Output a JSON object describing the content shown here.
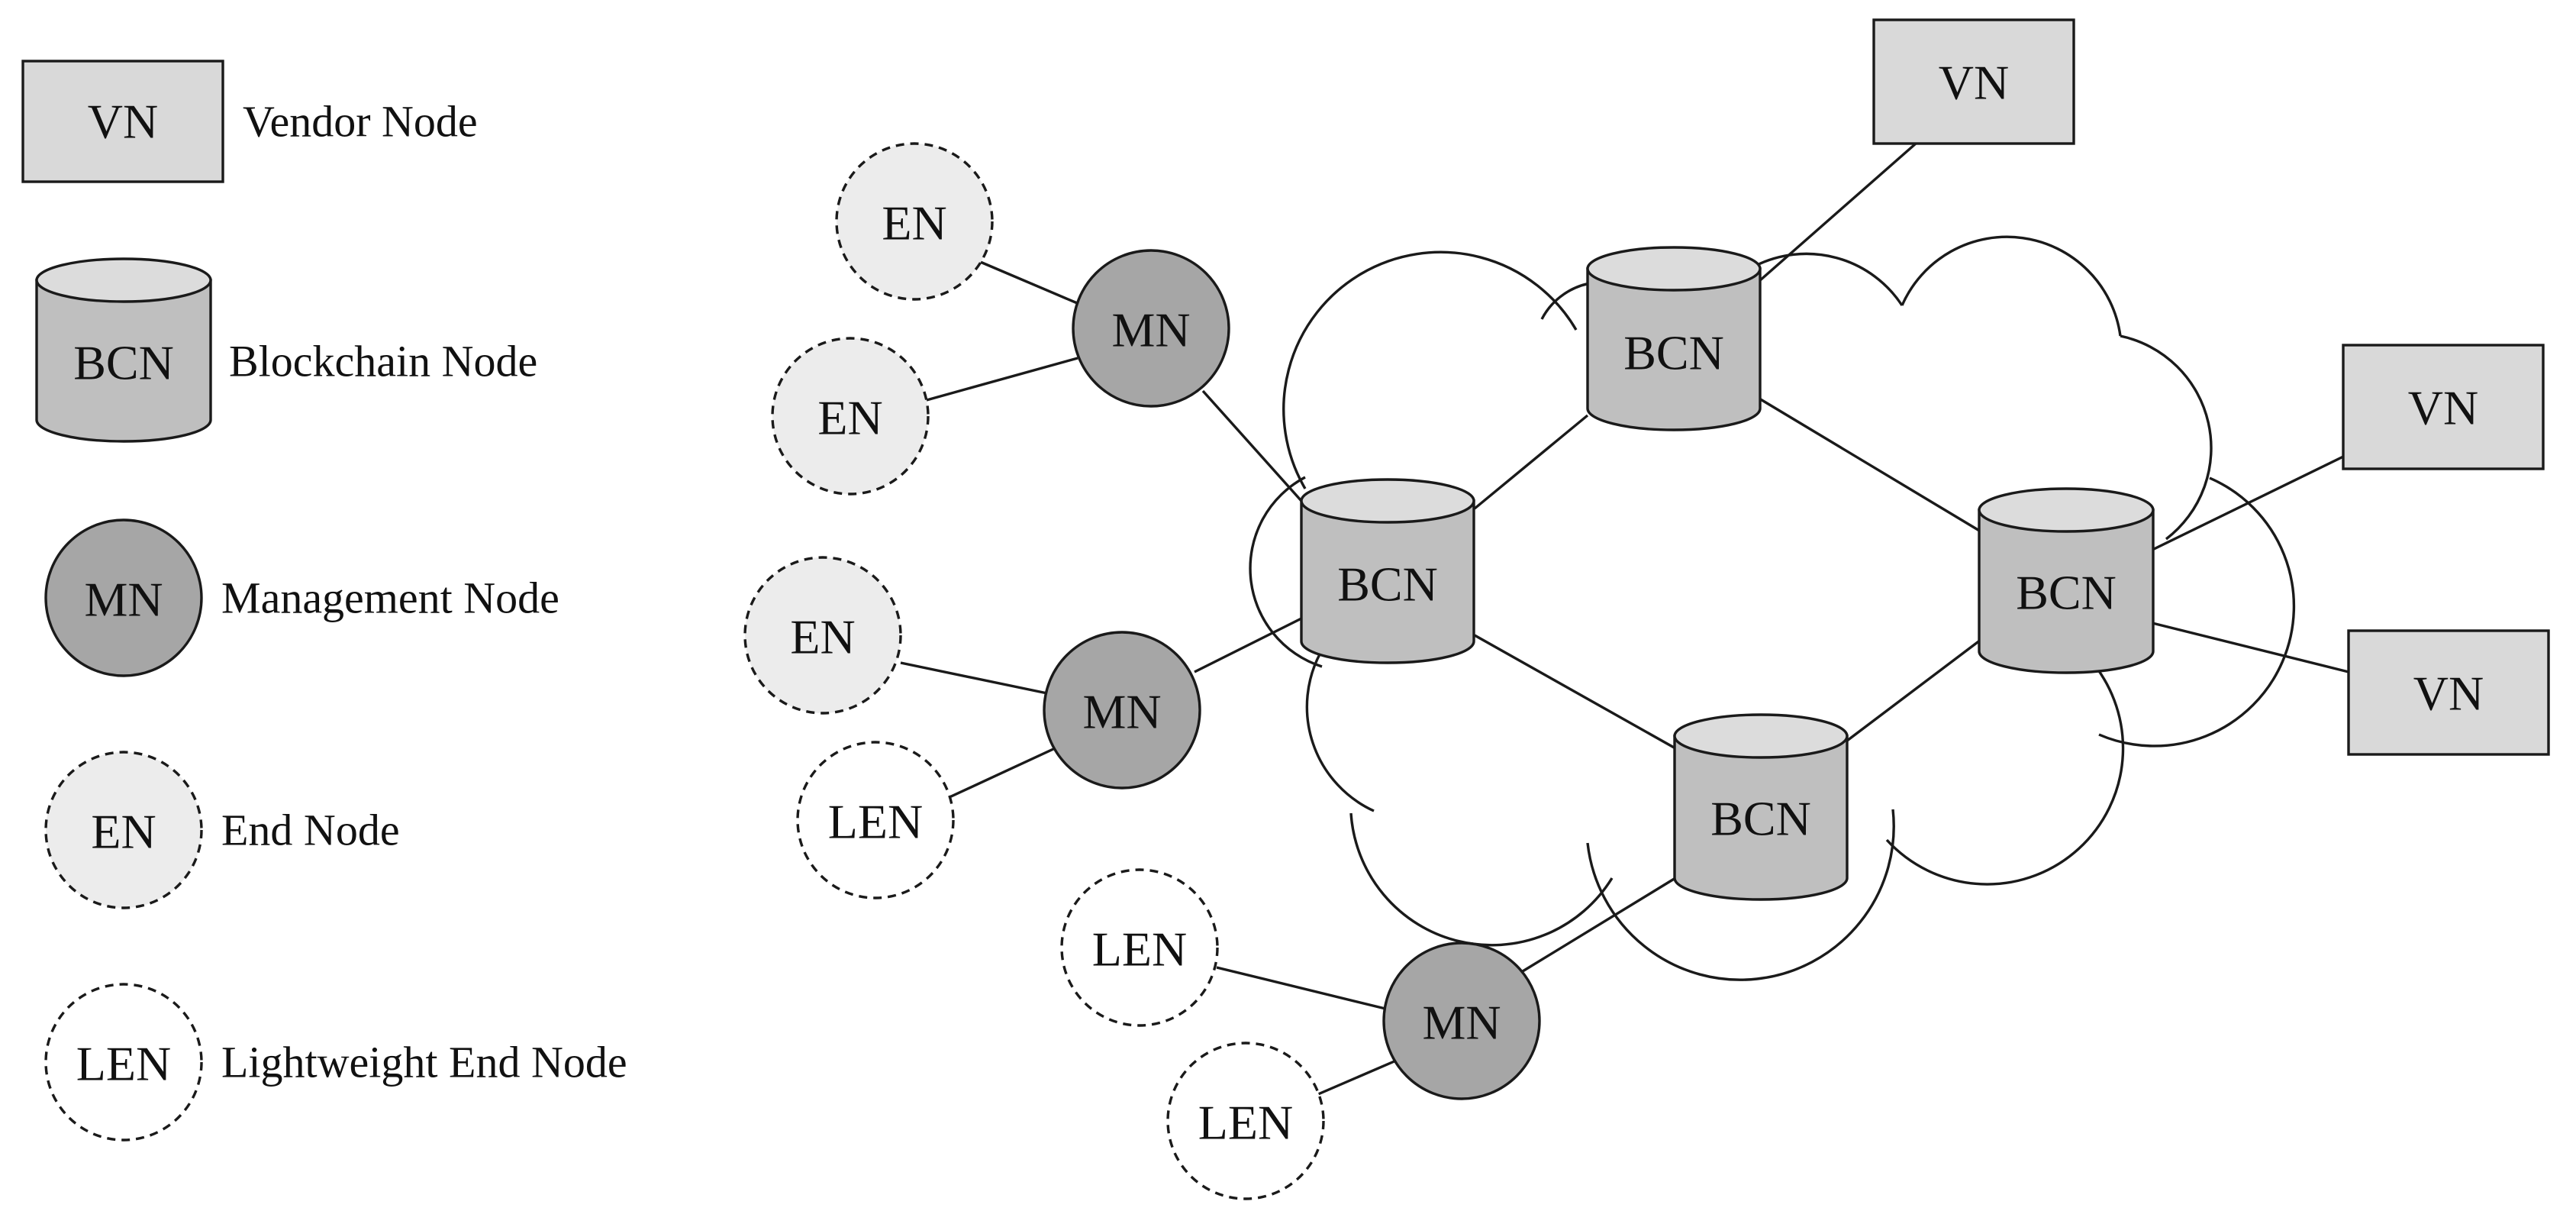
{
  "legend": {
    "items": [
      {
        "type": "vendor",
        "abbr": "VN",
        "label": "Vendor Node"
      },
      {
        "type": "blockchain",
        "abbr": "BCN",
        "label": "Blockchain Node"
      },
      {
        "type": "management",
        "abbr": "MN",
        "label": "Management Node"
      },
      {
        "type": "end",
        "abbr": "EN",
        "label": "End Node"
      },
      {
        "type": "lightweight",
        "abbr": "LEN",
        "label": "Lightweight End Node"
      }
    ]
  },
  "colors": {
    "vendor_fill": "#d9d9d9",
    "blockchain_fill": "#bfbfbf",
    "blockchain_top_fill": "#dcdcdc",
    "management_fill": "#a6a6a6",
    "end_fill": "#ececec",
    "lightweight_fill": "#ffffff",
    "stroke": "#1a1a1a"
  },
  "network": {
    "nodes": [
      {
        "id": "vn_top",
        "type": "vendor",
        "label": "VN"
      },
      {
        "id": "vn_right_upper",
        "type": "vendor",
        "label": "VN"
      },
      {
        "id": "vn_right_lower",
        "type": "vendor",
        "label": "VN"
      },
      {
        "id": "bcn_left",
        "type": "blockchain",
        "label": "BCN"
      },
      {
        "id": "bcn_top",
        "type": "blockchain",
        "label": "BCN"
      },
      {
        "id": "bcn_right",
        "type": "blockchain",
        "label": "BCN"
      },
      {
        "id": "bcn_bottom",
        "type": "blockchain",
        "label": "BCN"
      },
      {
        "id": "mn_top",
        "type": "management",
        "label": "MN"
      },
      {
        "id": "mn_mid",
        "type": "management",
        "label": "MN"
      },
      {
        "id": "mn_bottom",
        "type": "management",
        "label": "MN"
      },
      {
        "id": "en_1",
        "type": "end",
        "label": "EN"
      },
      {
        "id": "en_2",
        "type": "end",
        "label": "EN"
      },
      {
        "id": "en_3",
        "type": "end",
        "label": "EN"
      },
      {
        "id": "len_1",
        "type": "lightweight",
        "label": "LEN"
      },
      {
        "id": "len_2",
        "type": "lightweight",
        "label": "LEN"
      },
      {
        "id": "len_3",
        "type": "lightweight",
        "label": "LEN"
      }
    ],
    "edges": [
      [
        "en_1",
        "mn_top"
      ],
      [
        "en_2",
        "mn_top"
      ],
      [
        "mn_top",
        "bcn_left"
      ],
      [
        "en_3",
        "mn_mid"
      ],
      [
        "len_1",
        "mn_mid"
      ],
      [
        "mn_mid",
        "bcn_left"
      ],
      [
        "len_2",
        "mn_bottom"
      ],
      [
        "len_3",
        "mn_bottom"
      ],
      [
        "mn_bottom",
        "bcn_bottom"
      ],
      [
        "bcn_left",
        "bcn_top"
      ],
      [
        "bcn_left",
        "bcn_bottom"
      ],
      [
        "bcn_top",
        "bcn_right"
      ],
      [
        "bcn_bottom",
        "bcn_right"
      ],
      [
        "bcn_top",
        "vn_top"
      ],
      [
        "bcn_right",
        "vn_right_upper"
      ],
      [
        "bcn_right",
        "vn_right_lower"
      ]
    ]
  }
}
